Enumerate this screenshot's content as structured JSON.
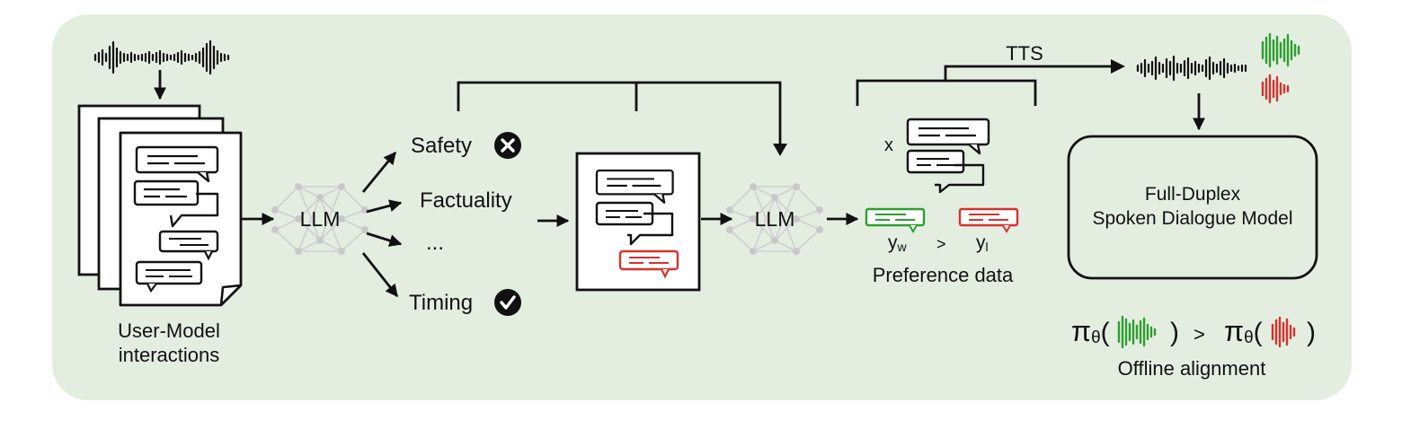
{
  "colors": {
    "panel_bg": "#e3eee1",
    "ink": "#111111",
    "green": "#2e9e2e",
    "red": "#d6322d",
    "network_gray": "#c9c9c9"
  },
  "labels": {
    "user_model_line1": "User-Model",
    "user_model_line2": "interactions",
    "llm_1": "LLM",
    "llm_2": "LLM",
    "safety": "Safety",
    "factuality": "Factuality",
    "ellipsis": "...",
    "timing": "Timing",
    "x": "x",
    "yw": "y",
    "yw_sub": "w",
    "gt": ">",
    "yl": "y",
    "yl_sub": "l",
    "preference_data": "Preference data",
    "tts": "TTS",
    "model_line1": "Full-Duplex",
    "model_line2": "Spoken Dialogue Model",
    "pi_1": "π",
    "theta_1": "θ",
    "pi_2": "π",
    "theta_2": "θ",
    "paren_open_1": "(",
    "paren_close_1": ")",
    "paren_open_2": "(",
    "paren_close_2": ")",
    "pi_gt": ">",
    "offline_alignment": "Offline alignment"
  },
  "icons": {
    "safety_status": "x-circle-icon",
    "timing_status": "check-circle-icon"
  }
}
